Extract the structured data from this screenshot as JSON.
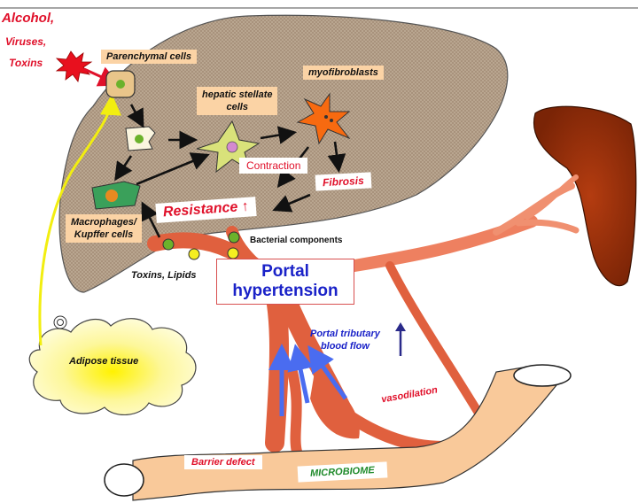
{
  "topbar": {
    "separator": true
  },
  "labels": {
    "alcohol": "Alcohol,",
    "viruses": "Viruses,",
    "toxins": "Toxins",
    "parenchymal": "Parenchymal cells",
    "hsc_line1": "hepatic stellate",
    "hsc_line2": "cells",
    "myofibroblasts": "myofibroblasts",
    "contraction": "Contraction",
    "fibrosis": "Fibrosis",
    "resistance": "Resistance",
    "macro_line1": "Macrophages/",
    "macro_line2": "Kupffer cells",
    "bacterial": "Bacterial components",
    "toxins_lipids": "Toxins, Lipids",
    "portal_line1": "Portal",
    "portal_line2": "hypertension",
    "tributary_line1": "Portal tributary",
    "tributary_line2": "blood flow",
    "vasodilation": "vasodilation",
    "adipose": "Adipose tissue",
    "barrier": "Barrier defect",
    "microbiome": "MICROBIOME"
  },
  "colors": {
    "liver": "#b8a48e",
    "vessel": "#e0603e",
    "spleen": "#8a2e0a",
    "gut": "#f9c99a",
    "red_text": "#e0102a",
    "blue_text": "#1a22c8",
    "green_text": "#1e8a2a",
    "peach_box": "#fbd3a5"
  },
  "icons": {
    "injury": "red-starburst",
    "up_arrow": "arrow-up"
  }
}
